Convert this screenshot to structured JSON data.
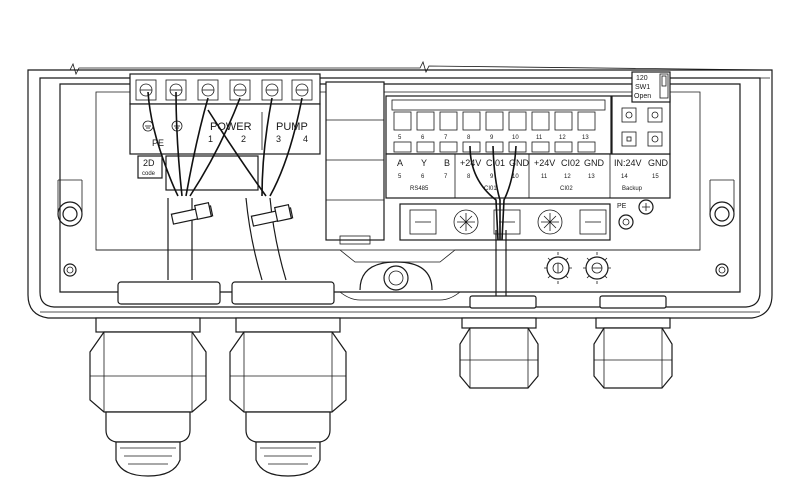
{
  "power_block": {
    "pe_label": "PE",
    "title": "POWER",
    "term_1": "1",
    "term_2": "2"
  },
  "pump_block": {
    "title": "PUMP",
    "term_3": "3",
    "term_4": "4"
  },
  "code_label": {
    "line1": "2D",
    "line2": "code"
  },
  "switch": {
    "line1": "120",
    "line2": "SW1",
    "line3": "Open"
  },
  "terminal_numbers_top": [
    "5",
    "6",
    "7",
    "8",
    "9",
    "10",
    "11",
    "12",
    "13"
  ],
  "rs485": {
    "signals": [
      "A",
      "Y",
      "B"
    ],
    "numbers": [
      "5",
      "6",
      "7"
    ],
    "group": "RS485"
  },
  "ci01": {
    "signals": [
      "+24V",
      "CI01",
      "GND"
    ],
    "numbers": [
      "8",
      "9",
      "10"
    ],
    "group": "CI01"
  },
  "ci02": {
    "signals": [
      "+24V",
      "CI02",
      "GND"
    ],
    "numbers": [
      "11",
      "12",
      "13"
    ],
    "group": "CI02"
  },
  "backup": {
    "signals": [
      "IN:24V",
      "GND"
    ],
    "numbers": [
      "14",
      "15"
    ],
    "group": "Backup"
  },
  "pe_ground_label": "PE"
}
